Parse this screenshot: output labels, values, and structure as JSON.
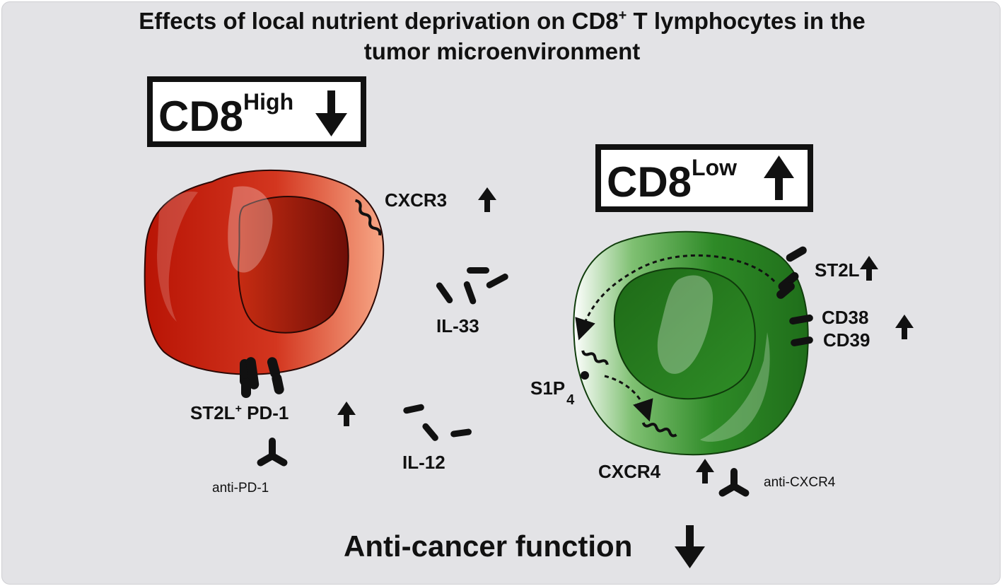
{
  "title": {
    "line1": "Effects of local nutrient deprivation on CD8",
    "line1_sup": "+",
    "line1_tail": " T lymphocytes in the",
    "line2": "tumor microenvironment"
  },
  "left_cell": {
    "box_label": "CD8",
    "box_sup": "High",
    "box_arrow": "down",
    "color": "#c0190c",
    "receptor_label": "CXCR3",
    "receptor_arrow": "up",
    "bottom_label": "ST2L",
    "bottom_sup": "+",
    "bottom_label2": " PD-1",
    "bottom_arrow": "up",
    "antibody_label": "anti-PD-1"
  },
  "right_cell": {
    "box_label": "CD8",
    "box_sup": "Low",
    "box_arrow": "up",
    "color": "#2f8a26",
    "st2l_label": "ST2L",
    "cd38_label": "CD38",
    "cd39_label": "CD39",
    "s1p_label": "S1P",
    "s1p_sub": "4",
    "cxcr4_label": "CXCR4",
    "antibody_label": "anti-CXCR4"
  },
  "cytokines": {
    "il33_label": "IL-33",
    "il12_label": "IL-12"
  },
  "footer": {
    "label": "Anti-cancer function",
    "arrow": "down"
  }
}
